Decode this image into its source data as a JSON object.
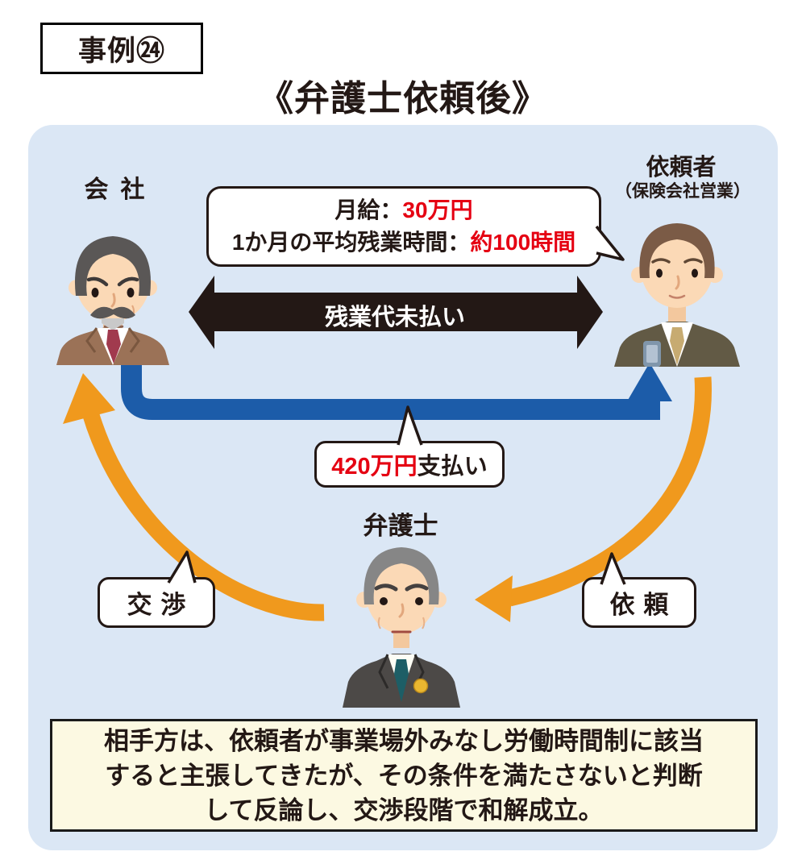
{
  "header": {
    "case_label": "事例㉔"
  },
  "title": "《弁護士依頼後》",
  "diagram": {
    "company": {
      "label": "会社"
    },
    "client": {
      "label": "依頼者",
      "sublabel": "（保険会社営業）"
    },
    "lawyer": {
      "label": "弁護士"
    },
    "info_bubble": {
      "line1_label": "月給：",
      "line1_value": "30万円",
      "line2_label": "1か月の平均残業時間：",
      "line2_value": "約100時間"
    },
    "dispute_arrow_label": "残業代未払い",
    "payment_bubble": {
      "value": "420万円",
      "suffix": "支払い"
    },
    "negotiation_bubble": {
      "label": "交渉"
    },
    "request_bubble": {
      "label": "依頼"
    }
  },
  "summary": {
    "lines": [
      "相手方は、依頼者が事業場外みなし労働時間制に該当",
      "すると主張してきたが、その条件を満たさないと判断",
      "して反論し、交渉段階で和解成立。"
    ]
  },
  "colors": {
    "panel_bg": "#dbe7f5",
    "arrow_dark": "#231815",
    "arrow_blue": "#1c5ca9",
    "arrow_orange": "#f0991d",
    "highlight_red": "#e50012",
    "summary_bg": "#fcf9e2"
  }
}
